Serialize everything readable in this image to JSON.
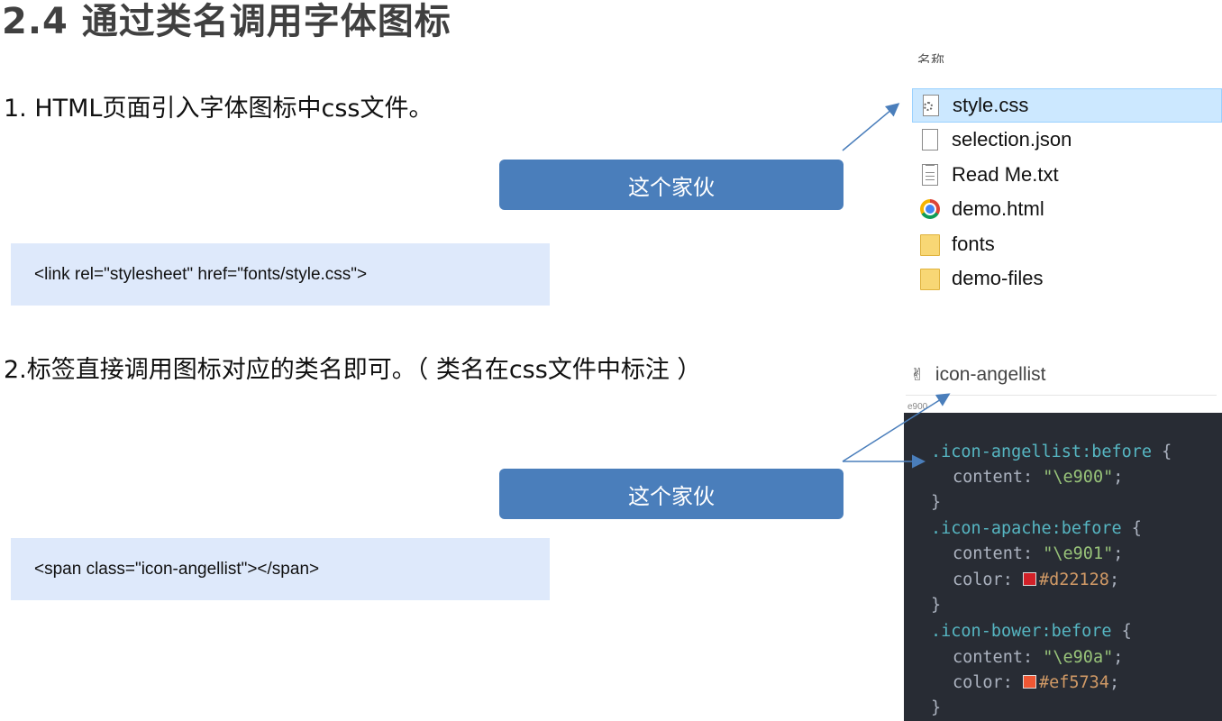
{
  "title": "2.4 通过类名调用字体图标",
  "steps": {
    "step1": "1.  HTML页面引入字体图标中css文件。",
    "step2": "2.标签直接调用图标对应的类名即可。（ 类名在css文件中标注 ）"
  },
  "callouts": {
    "callout1": "这个家伙",
    "callout2": "这个家伙"
  },
  "code_snippets": {
    "link_tag": "<link rel=\"stylesheet\" href=\"fonts/style.css\">",
    "span_tag": "<span class=\"icon-angellist\"></span>"
  },
  "explorer": {
    "header": "名称",
    "files": [
      {
        "name": "style.css",
        "icon": "css-settings-file-icon",
        "selected": true
      },
      {
        "name": "selection.json",
        "icon": "blank-file-icon"
      },
      {
        "name": "Read Me.txt",
        "icon": "text-file-icon"
      },
      {
        "name": "demo.html",
        "icon": "chrome-icon"
      },
      {
        "name": "fonts",
        "icon": "folder-icon"
      },
      {
        "name": "demo-files",
        "icon": "folder-icon"
      }
    ]
  },
  "icon_preview": {
    "glyph": "✌",
    "name": "icon-angellist",
    "code": "e900"
  },
  "css_code": {
    "rules": [
      {
        "selector": ".icon-angellist",
        "pseudo": ":before",
        "content": "\"\\e900\""
      },
      {
        "selector": ".icon-apache",
        "pseudo": ":before",
        "content": "\"\\e901\"",
        "color": "#d22128"
      },
      {
        "selector": ".icon-bower",
        "pseudo": ":before",
        "content": "\"\\e90a\"",
        "color": "#ef5734"
      }
    ],
    "open_brace": " {",
    "close_brace": "}",
    "content_prop": "content: ",
    "color_prop": "color: ",
    "semicolon": ";"
  },
  "colors": {
    "callout_bg": "#4a7ebb",
    "codebox_bg": "#dee9fb",
    "arrow": "#4a7ebb",
    "code_bg": "#282c34"
  }
}
